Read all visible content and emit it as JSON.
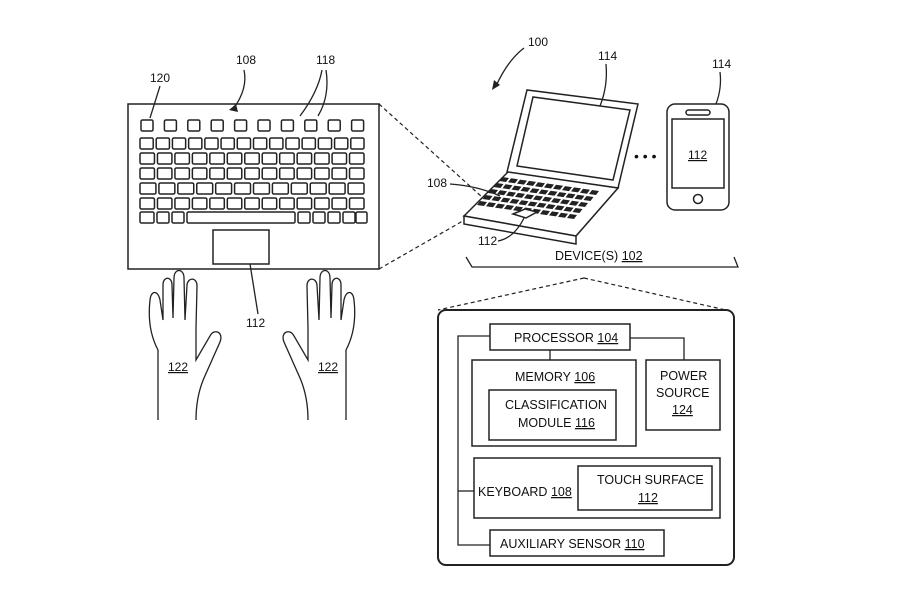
{
  "refs": {
    "system": "100",
    "keyboard_top": "108",
    "keys": "118",
    "function_keys": "120",
    "touchpad_keyboard": "112",
    "hand_left": "122",
    "hand_right": "122",
    "laptop": "114",
    "phone": "114",
    "phone_screen": "112",
    "laptop_keyboard": "108",
    "laptop_touchpad": "112",
    "ellipsis": "• • •"
  },
  "devices": {
    "label": "DEVICE(S)",
    "num": "102"
  },
  "blocks": {
    "processor": {
      "label": "PROCESSOR",
      "num": "104"
    },
    "memory": {
      "label": "MEMORY",
      "num": "106"
    },
    "classification": {
      "line1": "CLASSIFICATION",
      "line2": "MODULE",
      "num": "116"
    },
    "power": {
      "line1": "POWER",
      "line2": "SOURCE",
      "num": "124"
    },
    "keyboard": {
      "label": "KEYBOARD",
      "num": "108"
    },
    "touch": {
      "line1": "TOUCH SURFACE",
      "num": "112"
    },
    "aux": {
      "label": "AUXILIARY SENSOR",
      "num": "110"
    }
  }
}
